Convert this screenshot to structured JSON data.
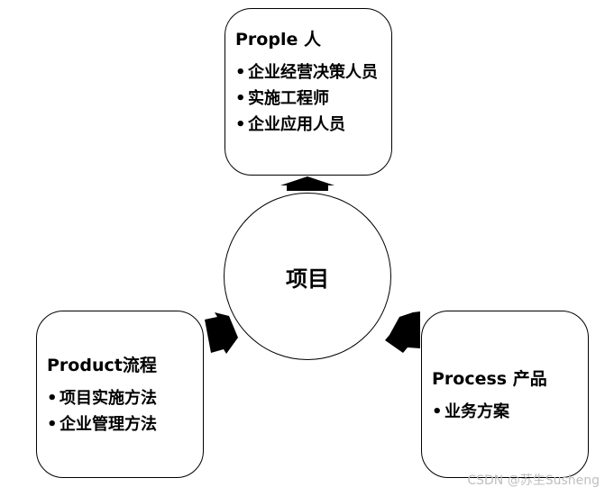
{
  "center": {
    "label": "项目"
  },
  "people": {
    "title": "Prople 人",
    "items": [
      "企业经营决策人员",
      "实施工程师",
      "企业应用人员"
    ]
  },
  "product": {
    "title": "Product流程",
    "items": [
      "项目实施方法",
      "企业管理方法"
    ]
  },
  "process": {
    "title": "Process 产品",
    "items": [
      "业务方案"
    ]
  },
  "watermark": "CSDN @苏生Susheng",
  "colors": {
    "stroke": "#000000",
    "fill": "#ffffff",
    "watermark": "#bfbfbf"
  }
}
